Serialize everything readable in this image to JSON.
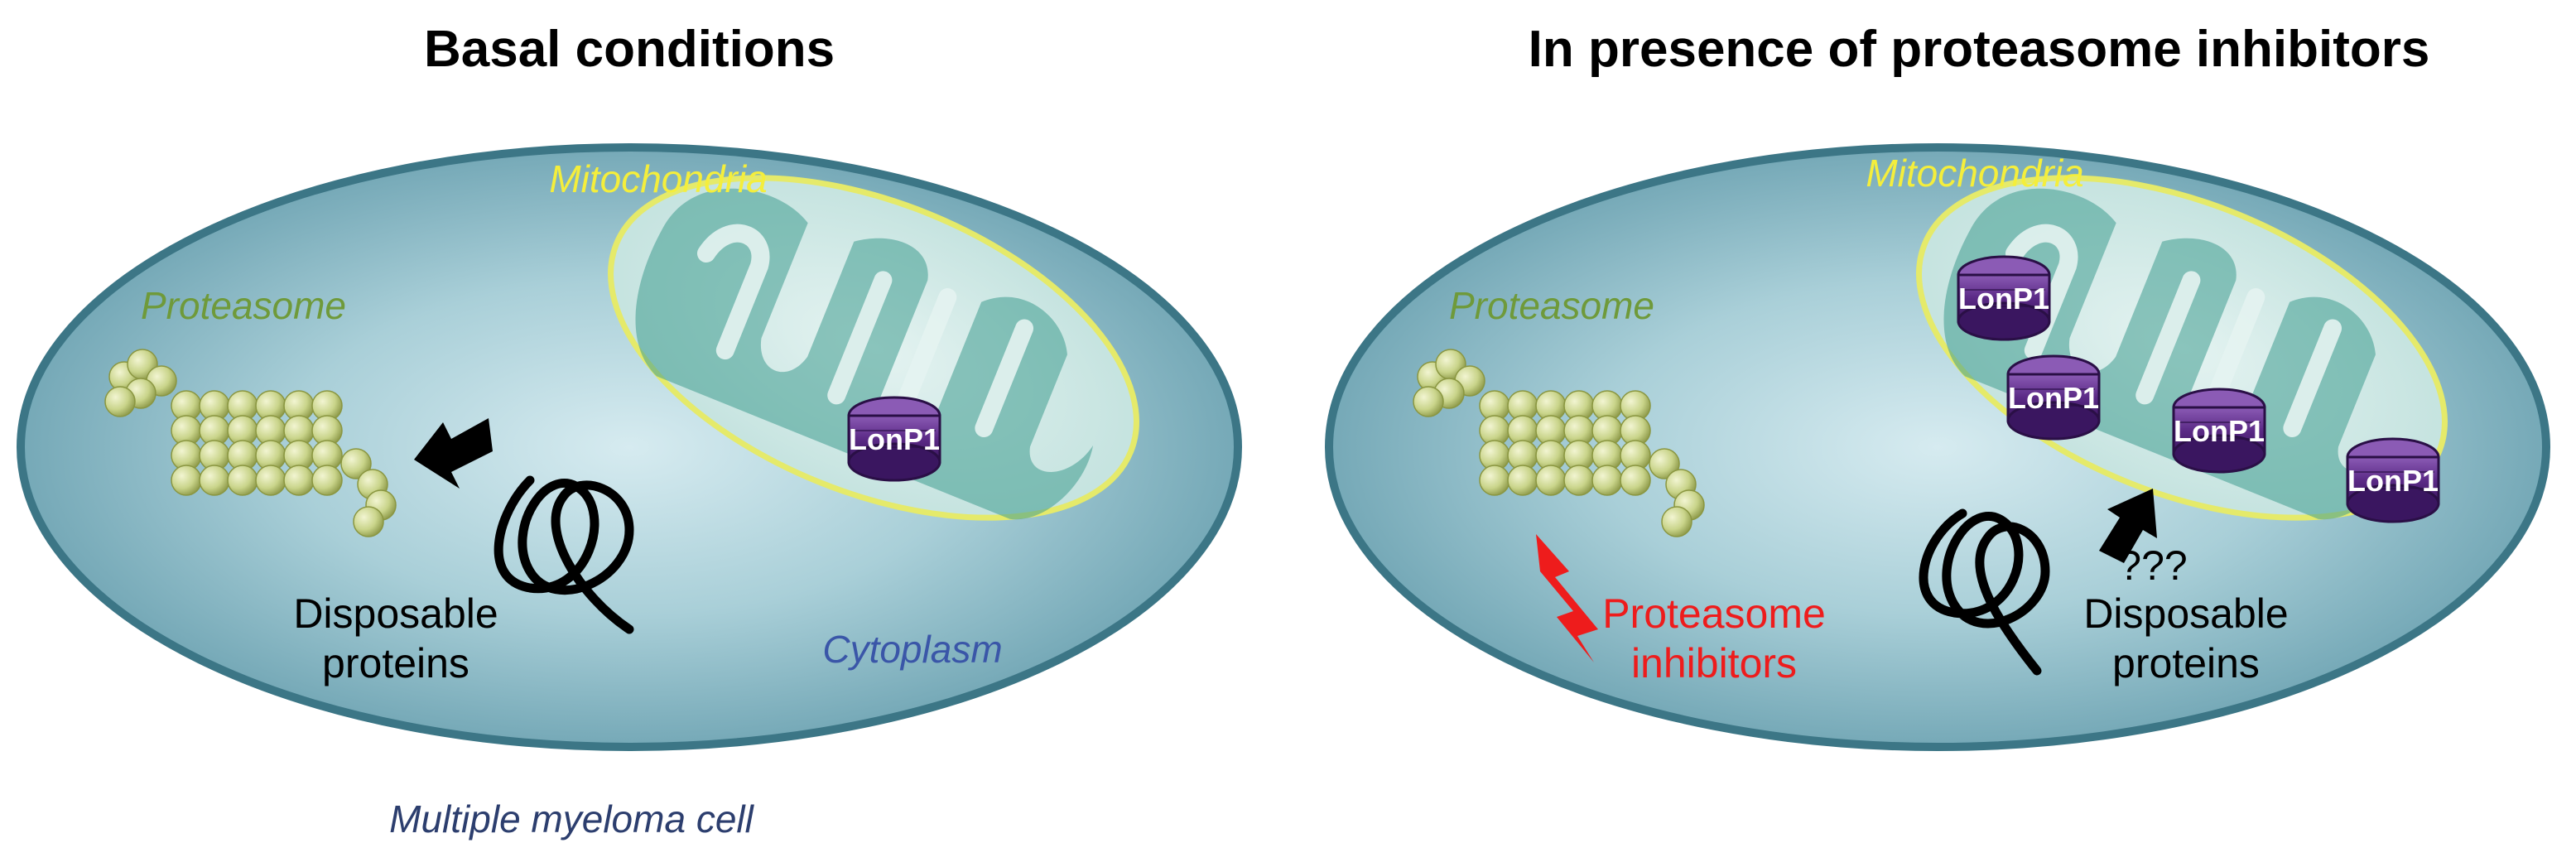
{
  "panels": {
    "basal": {
      "title": "Basal conditions",
      "mitochondria": "Mitochondria",
      "proteasome": "Proteasome",
      "lonp1": "LonP1",
      "disposable_line1": "Disposable",
      "disposable_line2": "proteins",
      "cytoplasm": "Cytoplasm"
    },
    "inhibited": {
      "title": "In presence of proteasome inhibitors",
      "mitochondria": "Mitochondria",
      "proteasome": "Proteasome",
      "lonp1_a": "LonP1",
      "lonp1_b": "LonP1",
      "lonp1_c": "LonP1",
      "lonp1_d": "LonP1",
      "inhibitors_line1": "Proteasome",
      "inhibitors_line2": "inhibitors",
      "question": "???",
      "disposable_line1": "Disposable",
      "disposable_line2": "proteins"
    }
  },
  "caption": "Multiple myeloma cell",
  "colors": {
    "cell_fill": "#a9cfd8",
    "cell_edge": "#3c7686",
    "mito_label": "#f4ee3c",
    "proteasome_label": "#6f9a3a",
    "proteasome_body": "#c9d48a",
    "lonp1": "#5b2a86",
    "inhibitor_red": "#ee1c1c",
    "cytoplasm_label": "#3a56a8",
    "caption": "#2c3e6e"
  }
}
